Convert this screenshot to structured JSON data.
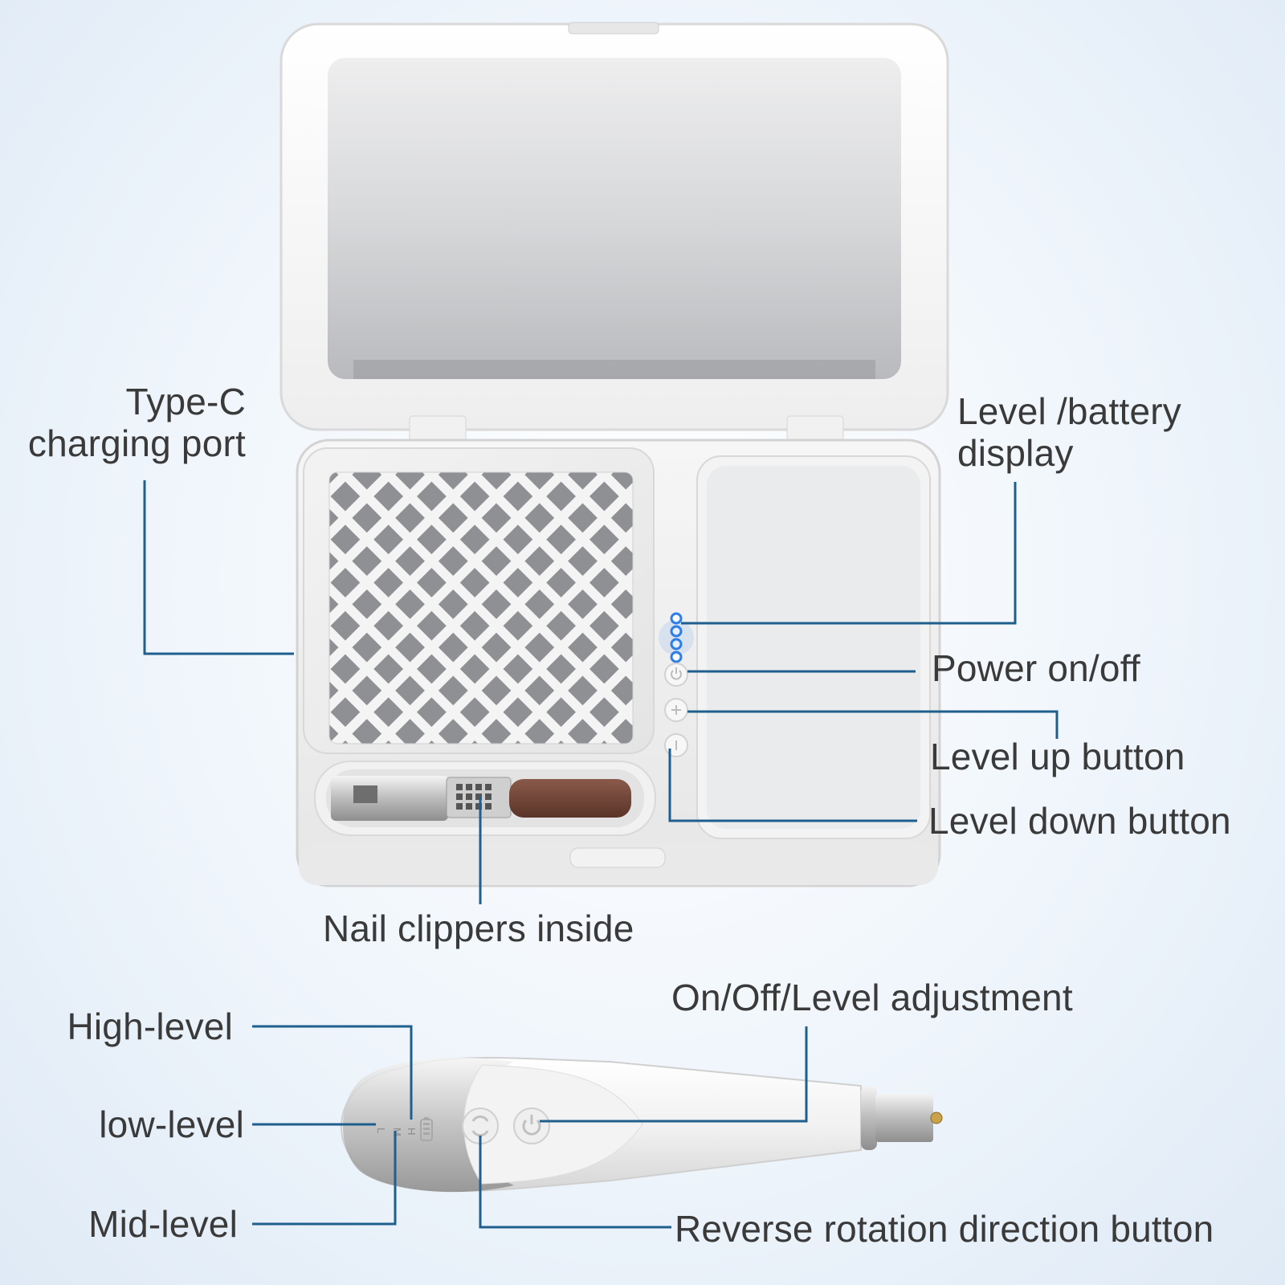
{
  "colors": {
    "background": "#eaf1f9",
    "callout_line": "#1f5f8e",
    "led": "#2f7fe6",
    "label_text": "#3a3a3a"
  },
  "case_labels": {
    "type_c": "Type-C\ncharging port",
    "level_battery": "Level /battery\ndisplay",
    "power": "Power on/off",
    "level_up": "Level up button",
    "level_down": "Level down button",
    "clippers": "Nail clippers inside"
  },
  "device_labels": {
    "high": "High-level",
    "low": "low-level",
    "mid": "Mid-level",
    "onoff": "On/Off/Level adjustment",
    "reverse": "Reverse rotation direction button"
  },
  "device_marks": {
    "h": "H",
    "m": "M",
    "l": "L"
  },
  "icons": [
    "power-icon",
    "plus-icon",
    "minus-icon",
    "reverse-rotation-icon",
    "battery-icon",
    "grid-vent-icon"
  ]
}
